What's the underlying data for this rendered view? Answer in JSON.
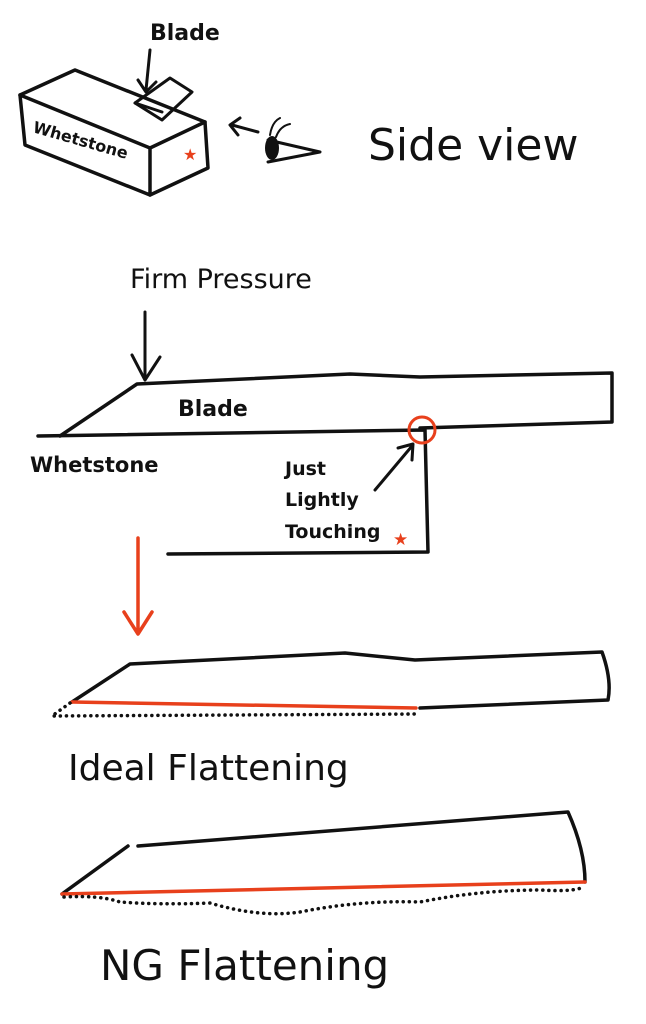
{
  "colors": {
    "ink": "#111111",
    "accent": "#e8401c",
    "background": "#ffffff"
  },
  "section1": {
    "blade_label": "Blade",
    "whetstone_label": "Whetstone",
    "view_label": "Side view",
    "icons": [
      "eye-icon",
      "star-icon",
      "arrow-icon"
    ]
  },
  "section2": {
    "pressure_label": "Firm Pressure",
    "blade_label": "Blade",
    "whetstone_label": "Whetstone",
    "touch_label_line1": "Just",
    "touch_label_line2": "Lightly",
    "touch_label_line3": "Touching"
  },
  "section3": {
    "ideal_label": "Ideal Flattening"
  },
  "section4": {
    "ng_label": "NG Flattening"
  }
}
